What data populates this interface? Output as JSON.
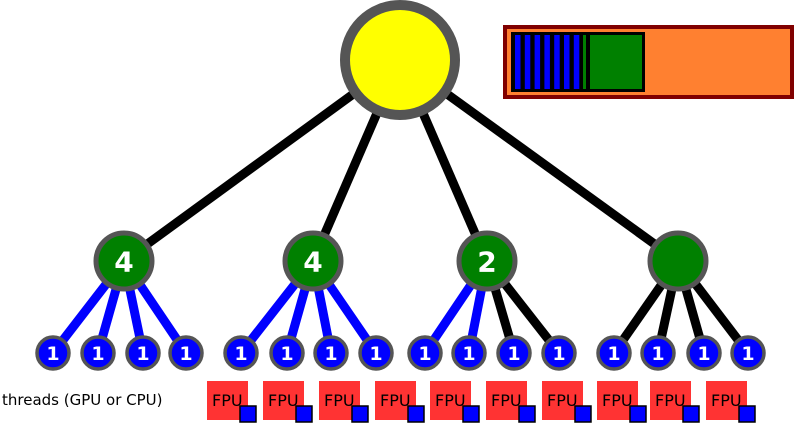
{
  "colors": {
    "root_fill": "#ffff00",
    "node_stroke": "#555555",
    "mid_fill": "#008000",
    "leaf_fill": "#0000ff",
    "edge_active": "#0000ff",
    "edge_idle": "#000000",
    "fpu_fill": "#ff3333",
    "fpu_badge": "#0000ff",
    "bar_border": "#800000",
    "bar_background": "#ff8030",
    "bar_inner_border": "#000000",
    "bar_blue": "#0000ff",
    "bar_green": "#008000"
  },
  "legend_bar": {
    "blue_stripes": 7,
    "segments": [
      "blue-stripes",
      "green-block",
      "orange-remaining"
    ]
  },
  "tree": {
    "root": {
      "label": ""
    },
    "children": [
      {
        "label": "4",
        "leaves": [
          {
            "label": "1",
            "active": true
          },
          {
            "label": "1",
            "active": true
          },
          {
            "label": "1",
            "active": true
          },
          {
            "label": "1",
            "active": true
          }
        ]
      },
      {
        "label": "4",
        "leaves": [
          {
            "label": "1",
            "active": true
          },
          {
            "label": "1",
            "active": true
          },
          {
            "label": "1",
            "active": true
          },
          {
            "label": "1",
            "active": true
          }
        ]
      },
      {
        "label": "2",
        "leaves": [
          {
            "label": "1",
            "active": true
          },
          {
            "label": "1",
            "active": true
          },
          {
            "label": "1",
            "active": false
          },
          {
            "label": "1",
            "active": false
          }
        ]
      },
      {
        "label": "",
        "leaves": [
          {
            "label": "1",
            "active": false
          },
          {
            "label": "1",
            "active": false
          },
          {
            "label": "1",
            "active": false
          },
          {
            "label": "1",
            "active": false
          }
        ]
      }
    ]
  },
  "threads": {
    "caption": "threads (GPU or CPU)",
    "units": [
      "FPU",
      "FPU",
      "FPU",
      "FPU",
      "FPU",
      "FPU",
      "FPU",
      "FPU",
      "FPU",
      "FPU"
    ]
  }
}
